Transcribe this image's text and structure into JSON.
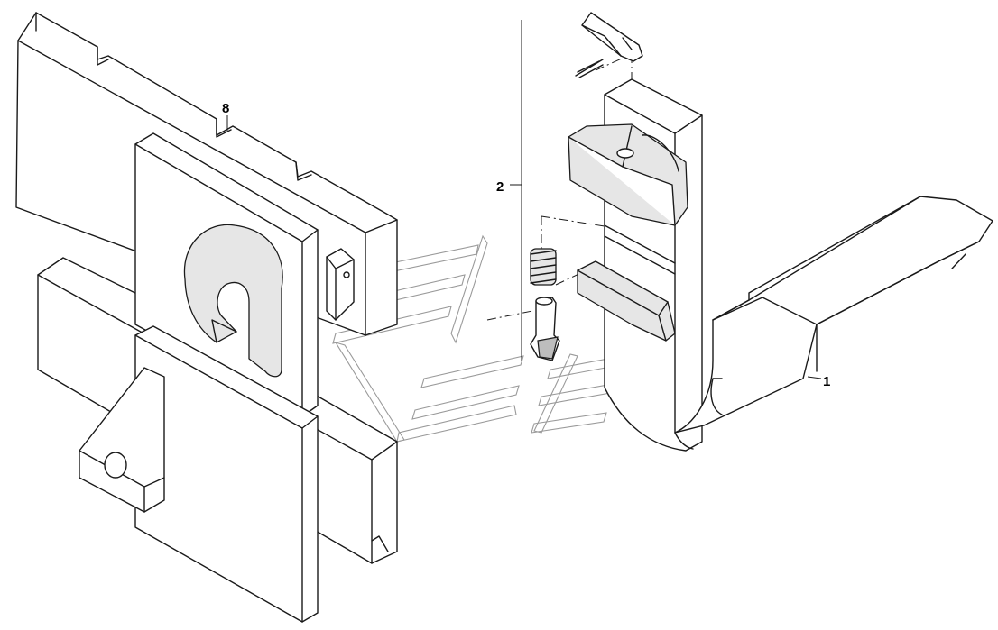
{
  "callouts": {
    "fork": "1",
    "locking_pin_assembly": "2",
    "carriage_plate": "8"
  }
}
